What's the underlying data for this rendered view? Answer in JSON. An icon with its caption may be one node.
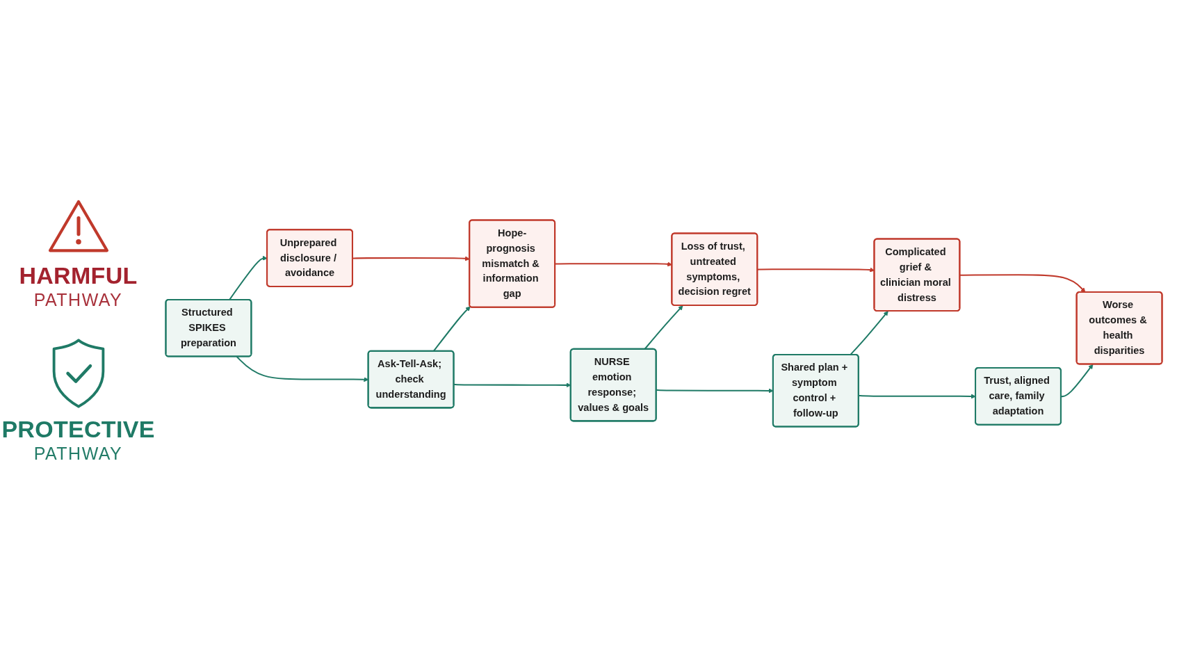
{
  "diagram": {
    "nodes": [
      {
        "text": [
          "Unprepared disclosure / avoidance"
        ]
      },
      {
        "text": [
          "Hope-prognosis mismatch & information gap"
        ]
      },
      {
        "text": [
          "Loss of trust, untreated symptoms, decision regret"
        ]
      },
      {
        "text": [
          "Complicated grief & clinician moral distress"
        ]
      },
      {
        "text": [
          "Worse outcomes & health disparities"
        ]
      },
      {
        "text": [
          "Structured SPIKES preparation"
        ]
      },
      {
        "text": [
          "Ask-Tell-Ask; check understanding"
        ]
      },
      {
        "text": [
          "NURSE emotion response; values & goals"
        ]
      },
      {
        "text": [
          "Shared plan + symptom control + follow-up"
        ]
      },
      {
        "text": [
          "Trust, aligned care, family adaptation"
        ]
      }
    ],
    "edges": [
      {
        "from": 0,
        "to": 1,
        "arrow": "to",
        "color": "#c0392b"
      },
      {
        "from": 1,
        "to": 2,
        "arrow": "to",
        "color": "#c0392b"
      },
      {
        "from": 2,
        "to": 3,
        "arrow": "to",
        "color": "#c0392b"
      },
      {
        "from": 3,
        "to": 4,
        "arrow": "to",
        "color": "#c0392b"
      },
      {
        "from": 5,
        "to": 0,
        "arrow": "to"
      },
      {
        "from": 6,
        "to": 1,
        "arrow": "to"
      },
      {
        "from": 7,
        "to": 2,
        "arrow": "to"
      },
      {
        "from": 8,
        "to": 3,
        "arrow": "to"
      },
      {
        "from": 9,
        "to": 4,
        "arrow": "to"
      },
      {
        "from": 5,
        "to": 6,
        "arrow": "to"
      },
      {
        "from": 6,
        "to": 7,
        "arrow": "to"
      },
      {
        "from": 7,
        "to": 8,
        "arrow": "to"
      },
      {
        "from": 8,
        "to": 9,
        "arrow": "to"
      }
    ],
    "labels": [
      "HARMFUL",
      "PATHWAY",
      "PROTECTIVE",
      "PATHWAY"
    ]
  }
}
